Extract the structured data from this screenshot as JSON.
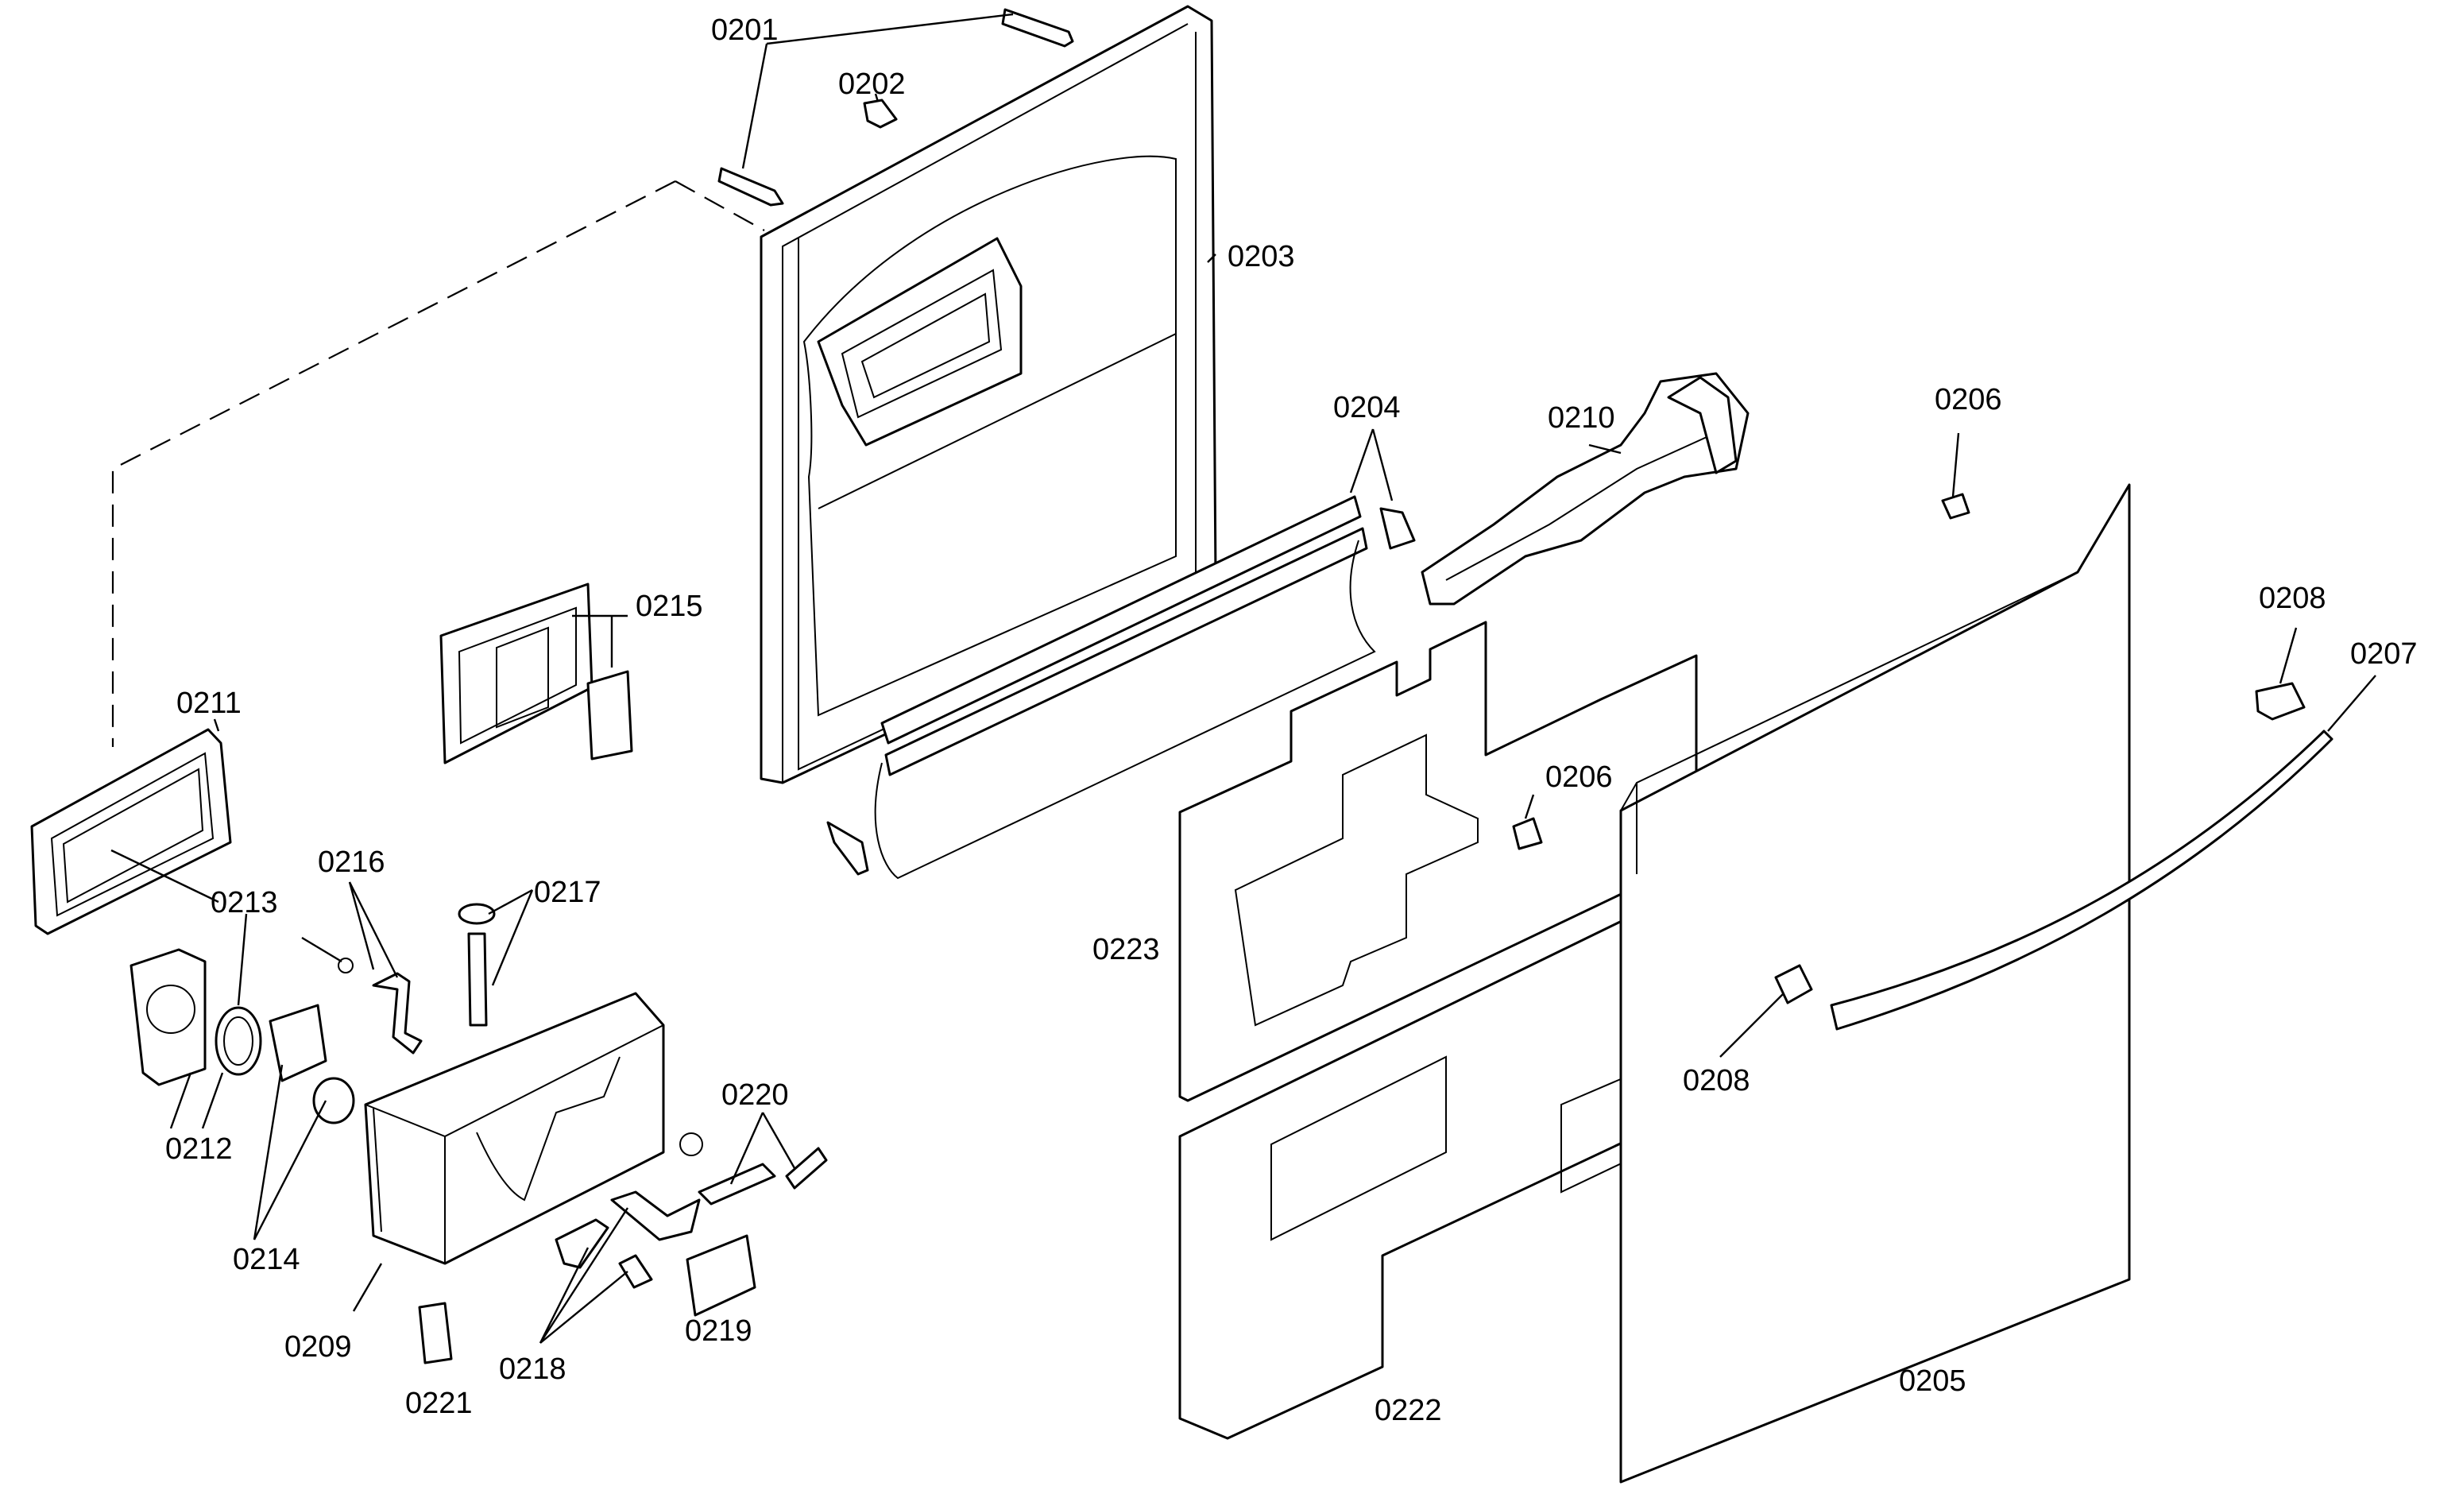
{
  "diagram": {
    "labels": {
      "p0201": "0201",
      "p0202": "0202",
      "p0203": "0203",
      "p0204": "0204",
      "p0205": "0205",
      "p0206a": "0206",
      "p0206b": "0206",
      "p0207": "0207",
      "p0208a": "0208",
      "p0208b": "0208",
      "p0209": "0209",
      "p0210": "0210",
      "p0211": "0211",
      "p0212": "0212",
      "p0213": "0213",
      "p0214": "0214",
      "p0215": "0215",
      "p0216": "0216",
      "p0217": "0217",
      "p0218": "0218",
      "p0219": "0219",
      "p0220": "0220",
      "p0221": "0221",
      "p0222": "0222",
      "p0223": "0223"
    }
  }
}
